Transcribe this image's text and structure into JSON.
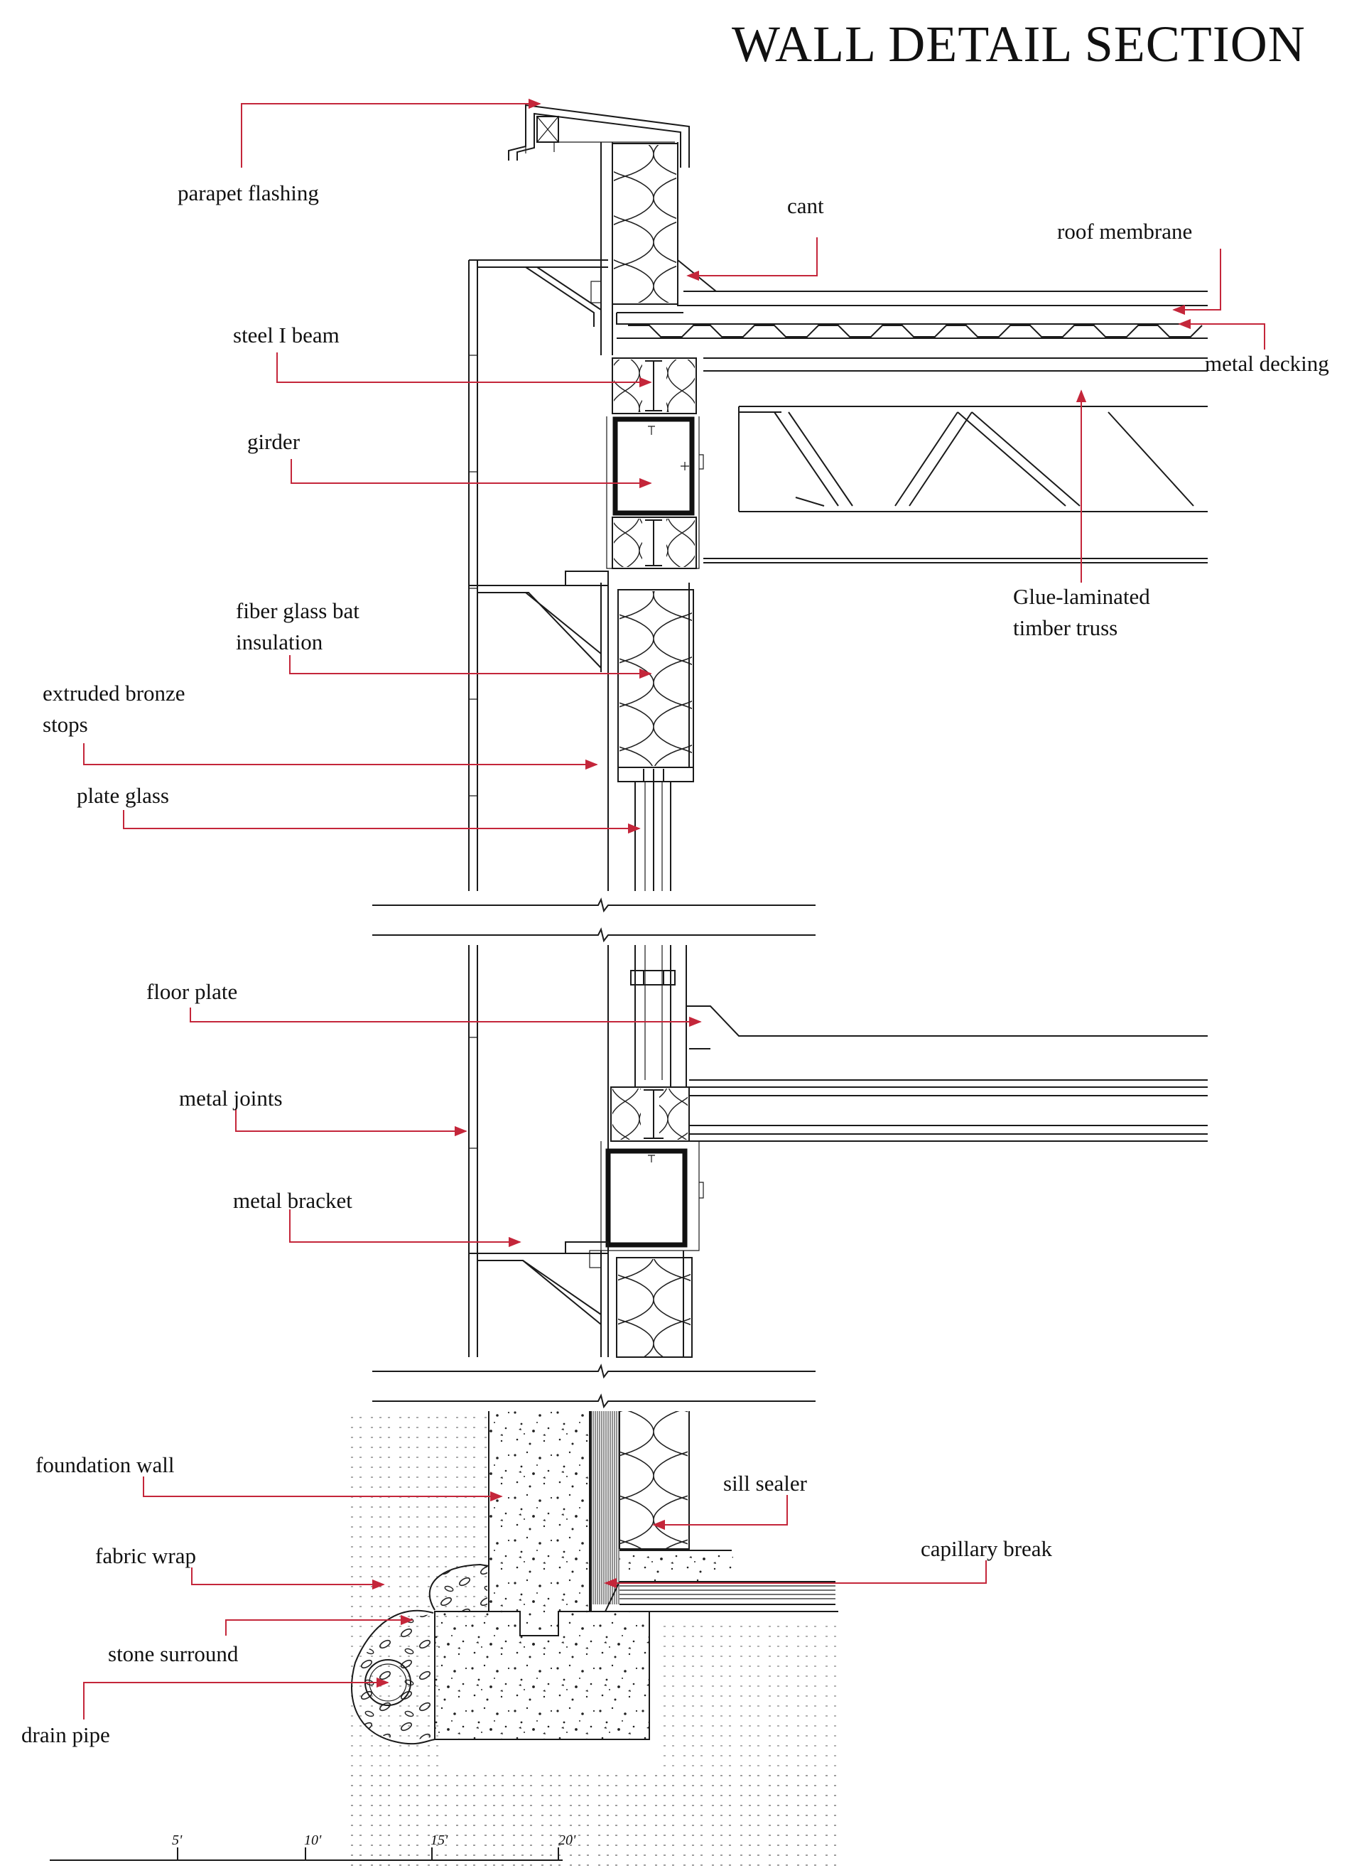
{
  "title": "WALL DETAIL SECTION",
  "colors": {
    "line": "#1a1a1a",
    "leader": "#c4263a",
    "background": "#ffffff"
  },
  "labels": {
    "parapet_flashing": "parapet flashing",
    "cant": "cant",
    "roof_membrane": "roof membrane",
    "metal_decking": "metal decking",
    "steel_i_beam": "steel I beam",
    "girder": "girder",
    "glulam_1": "Glue-laminated",
    "glulam_2": "timber truss",
    "fiberglass_1": "fiber glass bat",
    "fiberglass_2": "insulation",
    "bronze_1": "extruded bronze",
    "bronze_2": "stops",
    "plate_glass": "plate glass",
    "floor_plate": "floor plate",
    "metal_joints": "metal joints",
    "metal_bracket": "metal bracket",
    "foundation_wall": "foundation wall",
    "sill_sealer": "sill sealer",
    "capillary_break": "capillary break",
    "fabric_wrap": "fabric wrap",
    "stone_surround": "stone surround",
    "drain_pipe": "drain pipe"
  },
  "scale_bar": {
    "ticks": [
      "5'",
      "10'",
      "15'",
      "20'"
    ]
  }
}
